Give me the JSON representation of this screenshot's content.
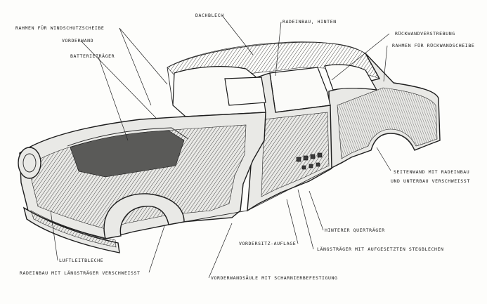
{
  "labels": {
    "rahmen_windschutz": "RAHMEN FÜR WINDSCHUTZSCHEIBE",
    "vorderwand": "VORDERWAND",
    "batterietraeger": "BATTERIETRÄGER",
    "dachblech": "DACHBLECH",
    "radeinbau_hinten": "RADEINBAU, HINTEN",
    "rueckwandverstrebung": "RÜCKWANDVERSTREBUNG",
    "rahmen_rueckwand": "RAHMEN FÜR RÜCKWANDSCHEIBE",
    "seitenwand_line1": "SEITENWAND MIT RADEINBAU",
    "seitenwand_line2": "UND UNTERBAU VERSCHWEISST",
    "hinterer_quertraeger": "HINTERER QUERTRÄGER",
    "laengstraeger_stegblechen": "LÄNGSTRÄGER MIT AUFGESETZTEN STEGBLECHEN",
    "vordersitz_auflage": "VORDERSITZ-AUFLAGE",
    "luftleitbleche": "LUFTLEITBLECHE",
    "radeinbau_laengstraeger": "RADEINBAU MIT LÄNGSTRÄGER VERSCHWEISST",
    "vorderwandsaeule": "VORDERWANDSÄULE MIT SCHARNIERBEFESTIGUNG"
  }
}
